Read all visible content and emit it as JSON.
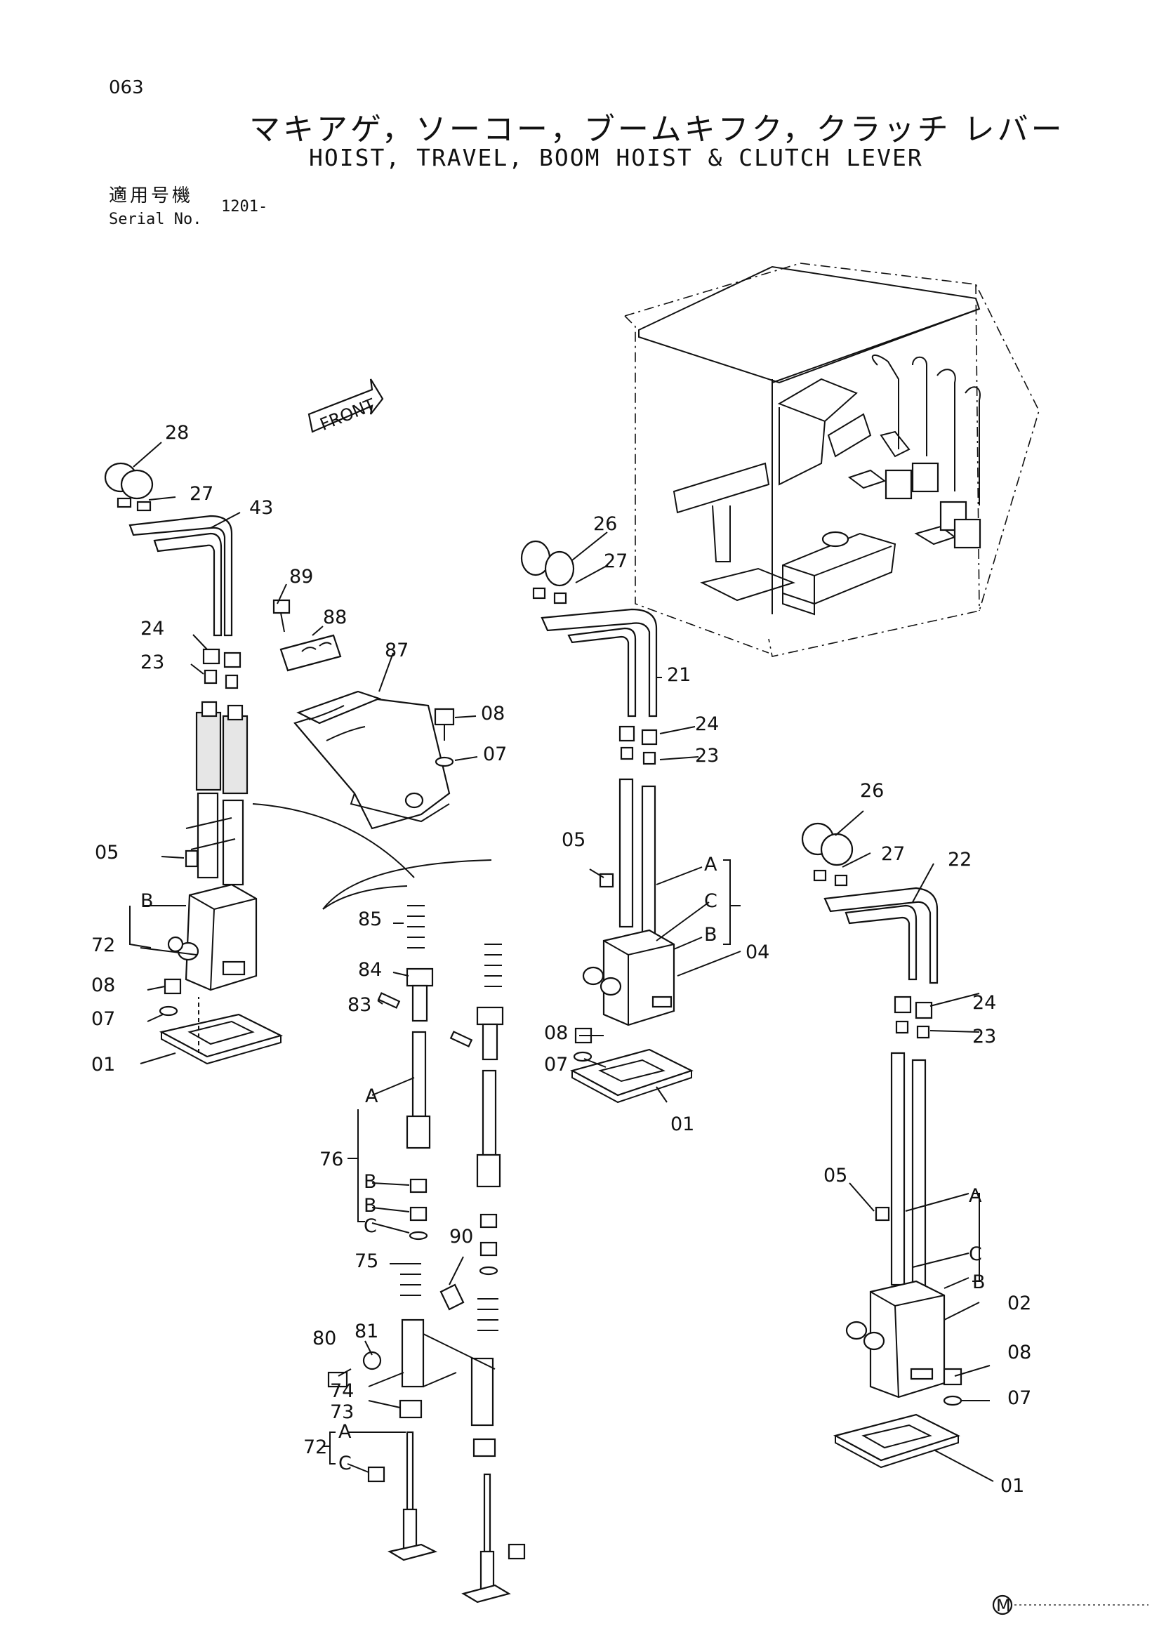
{
  "header": {
    "page_number": "063",
    "title_jp": "マキアゲ，ソーコー，ブームキフク，クラッチ レバー",
    "title_en": "HOIST, TRAVEL, BOOM HOIST & CLUTCH LEVER",
    "serial_label_jp": "適用号機",
    "serial_label_en": "Serial No.",
    "serial_value": "1201-"
  },
  "diagram": {
    "front_arrow_label": "FRONT",
    "footer_mark": "M",
    "callouts": {
      "c28": "28",
      "c27_a": "27",
      "c43": "43",
      "c24_a": "24",
      "c23_a": "23",
      "c05_a": "05",
      "c72_a": "72",
      "cB_72a": "B",
      "c08_a": "08",
      "c07_a": "07",
      "c01_a": "01",
      "c89": "89",
      "c88": "88",
      "c87": "87",
      "c08_b": "08",
      "c07_b": "07",
      "c26_a": "26",
      "c27_b": "27",
      "c21": "21",
      "c24_b": "24",
      "c23_b": "23",
      "c05_b": "05",
      "cA_04": "A",
      "cC_04": "C",
      "cB_04": "B",
      "c04": "04",
      "c08_c": "08",
      "c07_c": "07",
      "c01_b": "01",
      "c85": "85",
      "c84": "84",
      "c83": "83",
      "c76": "76",
      "cA_76": "A",
      "cB_76a": "B",
      "cB_76b": "B",
      "cC_76": "C",
      "c75": "75",
      "c90": "90",
      "c80": "80",
      "c81": "81",
      "c74": "74",
      "c73": "73",
      "c72_b": "72",
      "cA_72b": "A",
      "cC_72b": "C",
      "c26_b": "26",
      "c27_c": "27",
      "c22": "22",
      "c24_c": "24",
      "c23_c": "23",
      "c05_c": "05",
      "cA_02": "A",
      "cC_02": "C",
      "cB_02": "B",
      "c02": "02",
      "c08_d": "08",
      "c07_d": "07",
      "c01_c": "01"
    }
  }
}
